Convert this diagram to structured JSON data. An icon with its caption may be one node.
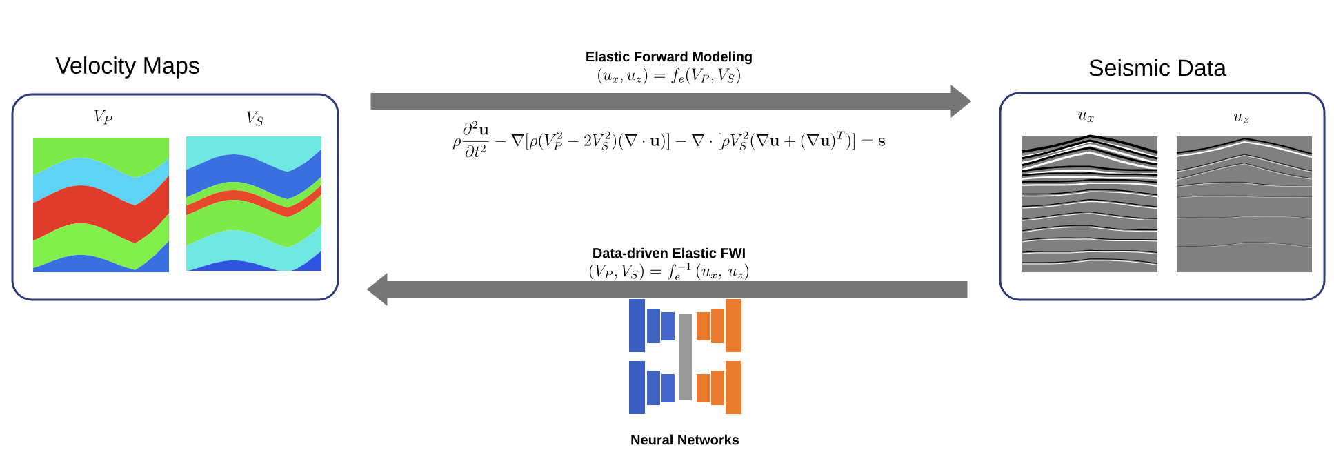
{
  "diagram": {
    "nodes": [
      {
        "text": [
          "Velocity Maps"
        ]
      },
      {
        "text": [
          "V_P"
        ],
        "in": 0
      },
      {
        "text": [
          "V_S"
        ],
        "in": 0
      },
      {
        "text": [
          "Seismic Data"
        ]
      },
      {
        "text": [
          "u_x"
        ],
        "in": 3
      },
      {
        "text": [
          "u_z"
        ],
        "in": 3
      },
      {
        "text": [
          "Neural Networks"
        ]
      }
    ],
    "edges": [
      {
        "from": 0,
        "to": 3,
        "arrow": "to",
        "label": "Elastic Forward Modeling"
      },
      {
        "from": 3,
        "to": 0,
        "arrow": "to",
        "label": "Data-driven Elastic FWI"
      }
    ],
    "labels": [
      "(u_x, u_z) = f_e(V_P, V_S)",
      "\\rho\\frac{\\partial^2\\mathbf{u}}{\\partial t^2} - \\nabla[\\rho(V_P^2 - 2V_S^2)(\\nabla\\cdot\\mathbf{u})] - \\nabla\\cdot[\\rho V_S^2(\\nabla\\mathbf{u} + (\\nabla\\mathbf{u})^T)] = \\mathbf{s}",
      "(V_P, V_S) = f_e^{-1}\\,(u_x,\\, u_z)"
    ]
  }
}
